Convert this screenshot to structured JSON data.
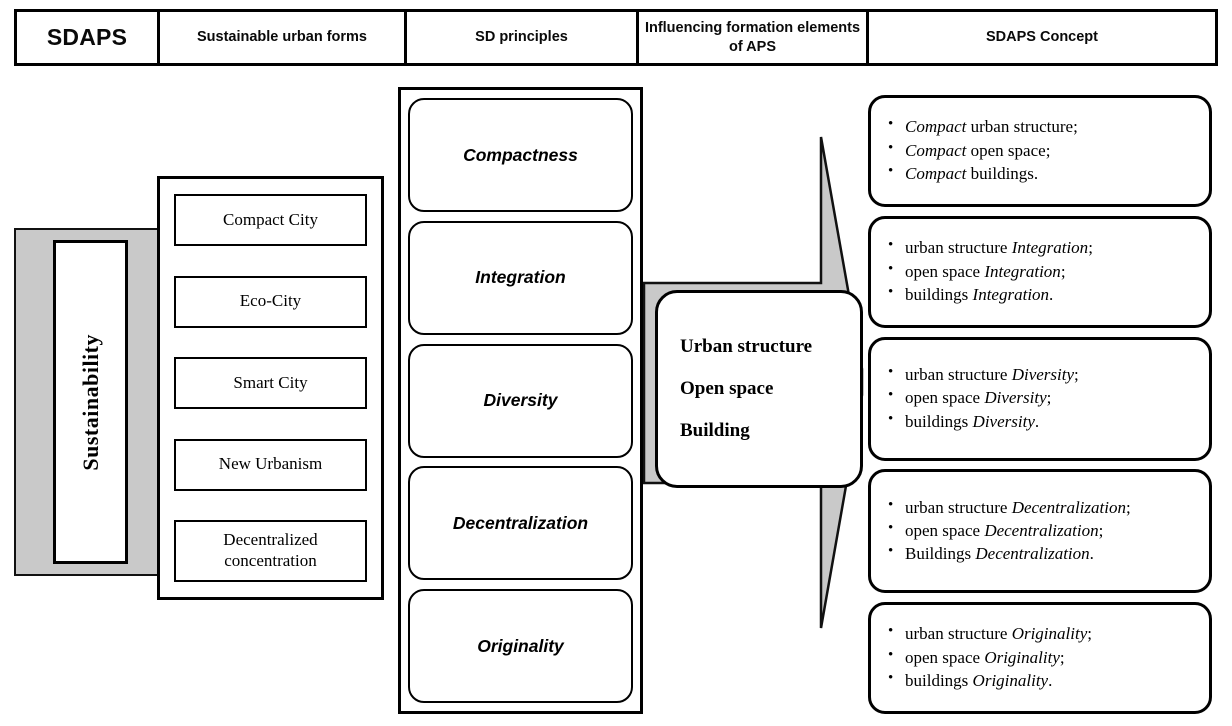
{
  "header": {
    "columns": [
      {
        "label": "SDAPS"
      },
      {
        "label": "Sustainable urban forms"
      },
      {
        "label": "SD principles"
      },
      {
        "label": "Influencing formation elements of APS"
      },
      {
        "label": "SDAPS Concept"
      }
    ]
  },
  "sustainability": {
    "label": "Sustainability",
    "band_color": "#c9c9c9"
  },
  "urban_forms": {
    "items": [
      {
        "label": "Compact City"
      },
      {
        "label": "Eco-City"
      },
      {
        "label": "Smart City"
      },
      {
        "label": "New Urbanism"
      },
      {
        "label": "Decentralized concentration"
      }
    ]
  },
  "sd_principles": {
    "items": [
      {
        "label": "Compactness"
      },
      {
        "label": "Integration"
      },
      {
        "label": "Diversity"
      },
      {
        "label": "Decentralization"
      },
      {
        "label": "Originality"
      }
    ]
  },
  "influencing_elements": {
    "lines": [
      {
        "text": "Urban structure"
      },
      {
        "text": "Open space"
      },
      {
        "text": "Building"
      }
    ],
    "arrow_color": "#c9c9c9"
  },
  "sdaps_concept": {
    "groups": [
      {
        "bullets": [
          {
            "em": "Compact",
            "rest": " urban structure;",
            "em_first": true
          },
          {
            "em": "Compact",
            "rest": " open space;",
            "em_first": true
          },
          {
            "em": "Compact",
            "rest": " buildings.",
            "em_first": true
          }
        ]
      },
      {
        "bullets": [
          {
            "lead": "urban structure ",
            "em": "Integration",
            "rest": ";",
            "em_first": false
          },
          {
            "lead": "open space ",
            "em": "Integration",
            "rest": ";",
            "em_first": false
          },
          {
            "lead": "buildings ",
            "em": "Integration",
            "rest": ".",
            "em_first": false
          }
        ]
      },
      {
        "bullets": [
          {
            "lead": "urban structure ",
            "em": "Diversity",
            "rest": ";",
            "em_first": false
          },
          {
            "lead": "open space ",
            "em": "Diversity",
            "rest": ";",
            "em_first": false
          },
          {
            "lead": "buildings ",
            "em": "Diversity",
            "rest": ".",
            "em_first": false
          }
        ]
      },
      {
        "bullets": [
          {
            "lead": "urban structure ",
            "em": "Decentralization",
            "rest": ";",
            "em_first": false
          },
          {
            "lead": "open space ",
            "em": "Decentralization",
            "rest": ";",
            "em_first": false
          },
          {
            "lead": "Buildings ",
            "em": "Decentralization",
            "rest": ".",
            "em_first": false
          }
        ]
      },
      {
        "bullets": [
          {
            "lead": "urban structure ",
            "em": "Originality",
            "rest": ";",
            "em_first": false
          },
          {
            "lead": "open space ",
            "em": "Originality",
            "rest": ";",
            "em_first": false
          },
          {
            "lead": "buildings ",
            "em": "Originality",
            "rest": ".",
            "em_first": false
          }
        ]
      }
    ]
  }
}
